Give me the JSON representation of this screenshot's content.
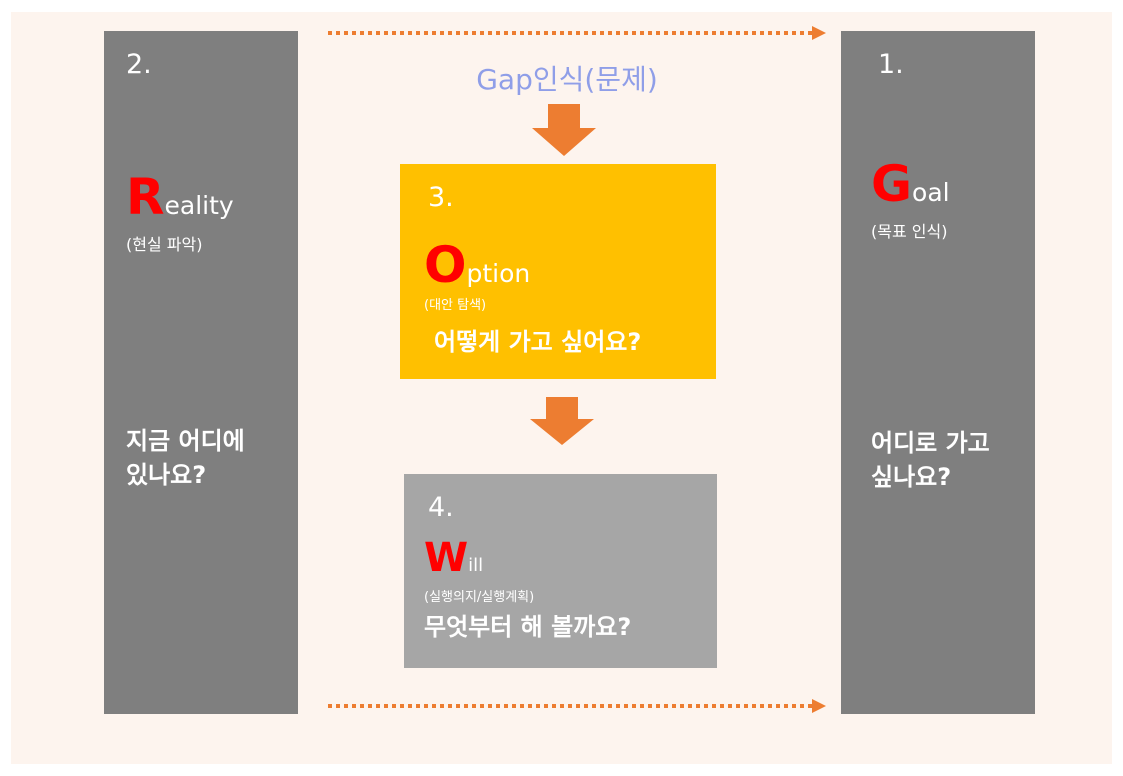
{
  "gap_label": "Gap인식(문제)",
  "reality": {
    "number": "2.",
    "big_letter": "R",
    "rest": "eality",
    "sub": "(현실 파악)",
    "question_l1": "지금 어디에",
    "question_l2": "있나요?"
  },
  "goal": {
    "number": "1.",
    "big_letter": "G",
    "rest": "oal",
    "sub": "(목표 인식)",
    "question_l1": "어디로 가고",
    "question_l2": "싶나요?"
  },
  "option": {
    "number": "3.",
    "big_letter": "O",
    "rest": "ption",
    "sub": "(대안 탐색)",
    "question": "어떻게 가고 싶어요?"
  },
  "will": {
    "number": "4.",
    "big_letter": "W",
    "rest": "ill",
    "sub": "(실행의지/실행계획)",
    "question": "무엇부터 해 볼까요?"
  },
  "colors": {
    "grid_gray": "#7f7f7f",
    "option_box": "#ffc000",
    "will_box": "#a6a6a6",
    "arrow": "#ed7d31",
    "accent_red": "#ff0000",
    "gap_text": "#8f9ee8",
    "background": "#fdf4ee"
  }
}
